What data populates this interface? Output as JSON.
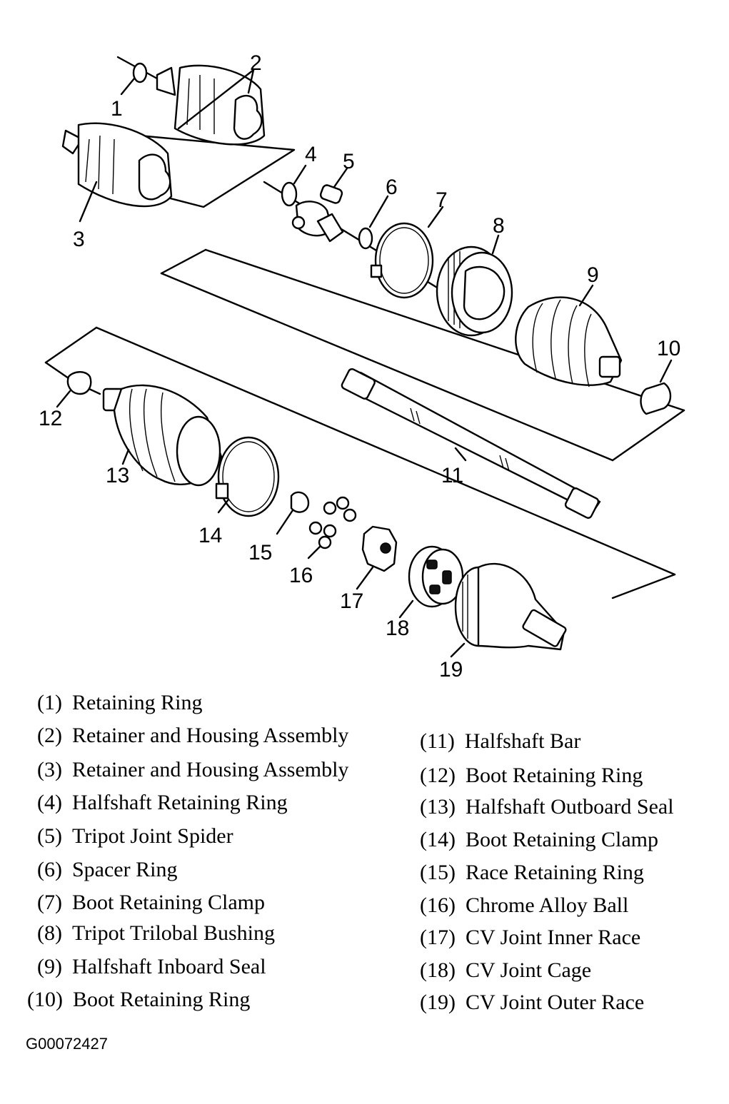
{
  "callouts": [
    "1",
    "2",
    "3",
    "4",
    "5",
    "6",
    "7",
    "8",
    "9",
    "10",
    "11",
    "12",
    "13",
    "14",
    "15",
    "16",
    "17",
    "18",
    "19"
  ],
  "legend_left": [
    {
      "num": "(1)",
      "text": "Retaining Ring"
    },
    {
      "num": "(2)",
      "text": "Retainer and Housing Assembly"
    },
    {
      "num": "(3)",
      "text": "Retainer and Housing Assembly"
    },
    {
      "num": "(4)",
      "text": "Halfshaft Retaining Ring"
    },
    {
      "num": "(5)",
      "text": "Tripot Joint Spider"
    },
    {
      "num": "(6)",
      "text": "Spacer Ring"
    },
    {
      "num": "(7)",
      "text": "Boot Retaining Clamp"
    },
    {
      "num": "(8)",
      "text": "Tripot Trilobal Bushing"
    },
    {
      "num": "(9)",
      "text": "Halfshaft Inboard Seal"
    },
    {
      "num": "(10)",
      "text": "Boot Retaining Ring"
    }
  ],
  "legend_right": [
    {
      "num": "(11)",
      "text": "Halfshaft Bar"
    },
    {
      "num": "(12)",
      "text": "Boot Retaining Ring"
    },
    {
      "num": "(13)",
      "text": "Halfshaft Outboard Seal"
    },
    {
      "num": "(14)",
      "text": "Boot Retaining Clamp"
    },
    {
      "num": "(15)",
      "text": "Race Retaining Ring"
    },
    {
      "num": "(16)",
      "text": "Chrome Alloy Ball"
    },
    {
      "num": "(17)",
      "text": "CV Joint Inner Race"
    },
    {
      "num": "(18)",
      "text": "CV Joint Cage"
    },
    {
      "num": "(19)",
      "text": "CV Joint Outer Race"
    }
  ],
  "figure_id": "G00072427"
}
